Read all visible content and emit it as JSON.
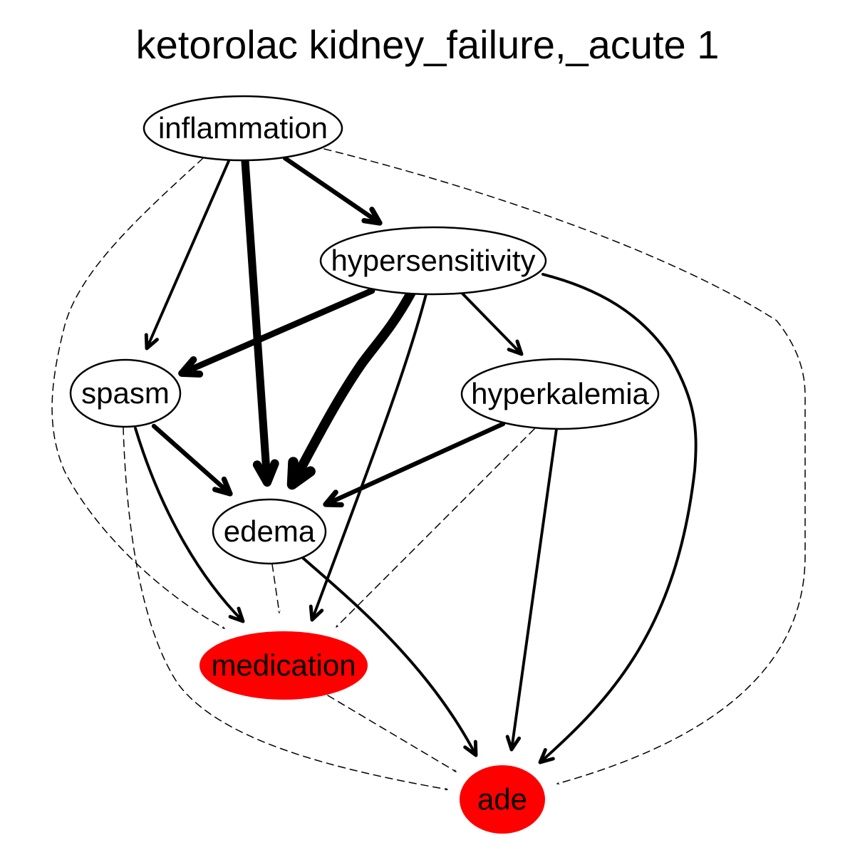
{
  "title": "ketorolac kidney_failure,_acute 1",
  "colors": {
    "highlight_fill": "#ff0000",
    "default_fill": "#ffffff",
    "stroke": "#000000"
  },
  "nodes": {
    "inflammation": {
      "label": "inflammation",
      "highlighted": false
    },
    "hypersensitivity": {
      "label": "hypersensitivity",
      "highlighted": false
    },
    "spasm": {
      "label": "spasm",
      "highlighted": false
    },
    "hyperkalemia": {
      "label": "hyperkalemia",
      "highlighted": false
    },
    "edema": {
      "label": "edema",
      "highlighted": false
    },
    "medication": {
      "label": "medication",
      "highlighted": true
    },
    "ade": {
      "label": "ade",
      "highlighted": true
    }
  },
  "edges": [
    {
      "from": "inflammation",
      "to": "hypersensitivity",
      "style": "solid",
      "weight": 3
    },
    {
      "from": "inflammation",
      "to": "spasm",
      "style": "solid",
      "weight": 2
    },
    {
      "from": "inflammation",
      "to": "edema",
      "style": "solid",
      "weight": 5
    },
    {
      "from": "inflammation",
      "to": "medication",
      "style": "dashed",
      "weight": 1
    },
    {
      "from": "inflammation",
      "to": "ade",
      "style": "dashed",
      "weight": 1
    },
    {
      "from": "hypersensitivity",
      "to": "spasm",
      "style": "solid",
      "weight": 4
    },
    {
      "from": "hypersensitivity",
      "to": "edema",
      "style": "solid",
      "weight": 6
    },
    {
      "from": "hypersensitivity",
      "to": "hyperkalemia",
      "style": "solid",
      "weight": 2
    },
    {
      "from": "hypersensitivity",
      "to": "medication",
      "style": "solid",
      "weight": 2
    },
    {
      "from": "hypersensitivity",
      "to": "ade",
      "style": "solid",
      "weight": 2
    },
    {
      "from": "spasm",
      "to": "edema",
      "style": "solid",
      "weight": 3
    },
    {
      "from": "spasm",
      "to": "medication",
      "style": "solid",
      "weight": 2
    },
    {
      "from": "spasm",
      "to": "ade",
      "style": "dashed",
      "weight": 1
    },
    {
      "from": "hyperkalemia",
      "to": "edema",
      "style": "solid",
      "weight": 3
    },
    {
      "from": "hyperkalemia",
      "to": "medication",
      "style": "dashed",
      "weight": 1
    },
    {
      "from": "hyperkalemia",
      "to": "ade",
      "style": "solid",
      "weight": 2
    },
    {
      "from": "edema",
      "to": "medication",
      "style": "dashed",
      "weight": 1
    },
    {
      "from": "edema",
      "to": "ade",
      "style": "solid",
      "weight": 2
    },
    {
      "from": "medication",
      "to": "ade",
      "style": "dashed",
      "weight": 1
    }
  ]
}
